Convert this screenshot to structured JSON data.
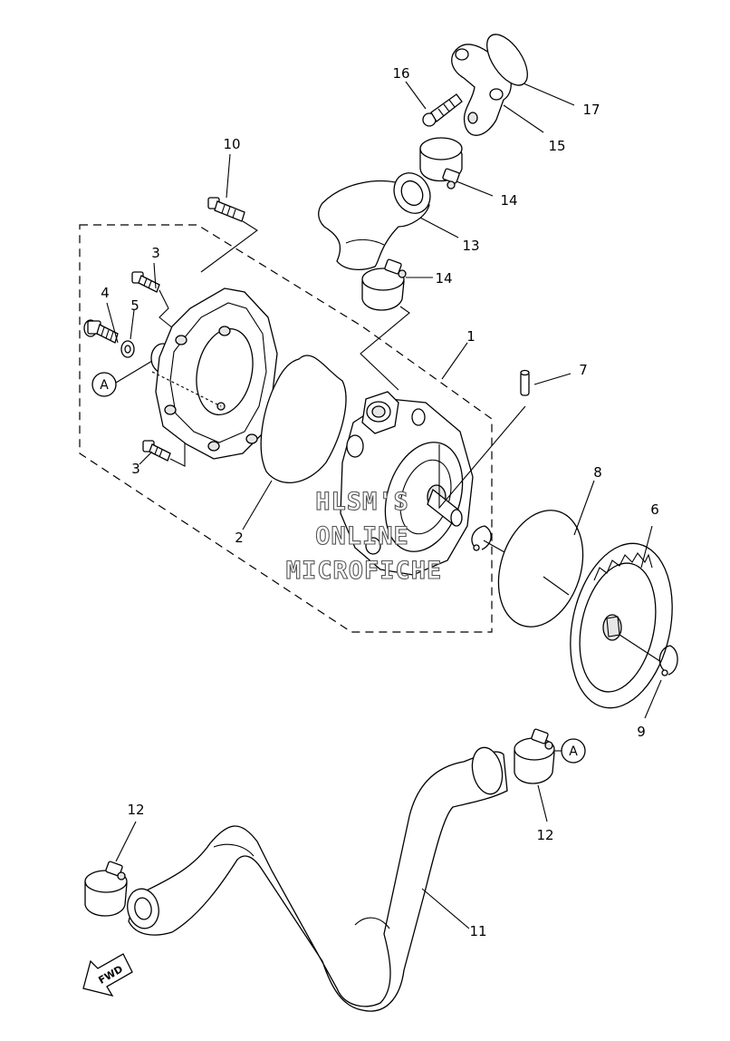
{
  "callouts": {
    "c1": "1",
    "c2": "2",
    "c3a": "3",
    "c3b": "3",
    "c4": "4",
    "c5": "5",
    "c6": "6",
    "c7": "7",
    "c8": "8",
    "c9": "9",
    "c10": "10",
    "c11": "11",
    "c12a": "12",
    "c12b": "12",
    "c13": "13",
    "c14a": "14",
    "c14b": "14",
    "c15": "15",
    "c16": "16",
    "c17": "17"
  },
  "references": {
    "ref_a_left": "A",
    "ref_a_right": "A"
  },
  "watermark": {
    "line1": "HLSM'S",
    "line2": "ONLINE",
    "line3": "MICROFICHE"
  },
  "direction": {
    "label": "FWD"
  }
}
